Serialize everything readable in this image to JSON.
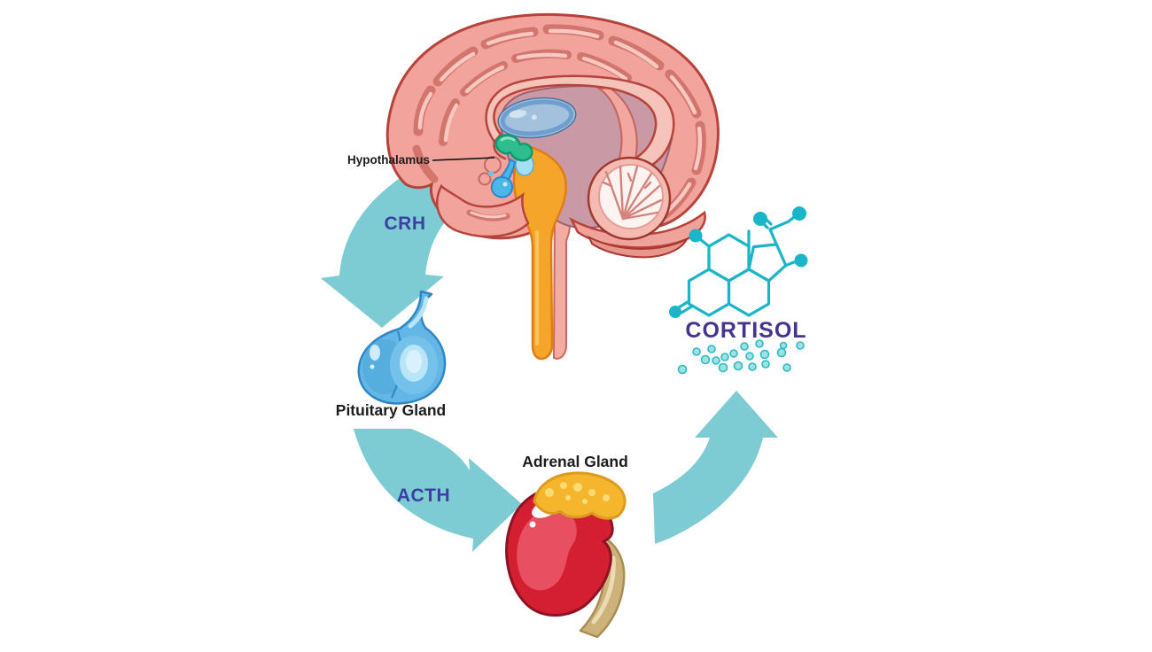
{
  "diagram_type": "HPA-axis cortisol pathway illustration",
  "labels": {
    "hypothalamus": "Hypothalamus",
    "crh": "CRH",
    "pituitary_gland": "Pituitary Gland",
    "acth": "ACTH",
    "adrenal_gland": "Adrenal Gland",
    "cortisol": "CORTISOL"
  },
  "colors": {
    "page_bg": "#ffffff",
    "arrow_teal": "#7dccd3",
    "hormone_label": "#3c3fa4",
    "cortisol_label": "#46348f",
    "molecule_cyan": "#1ab5c8",
    "label_dark": "#1c1c1c",
    "brain_cortex": "#f2a39c",
    "brain_outline": "#b5443c",
    "callosum_pink": "#f6c3ba",
    "inner_mauve": "#c999a6",
    "thalamus_blue": "#a3c1dc",
    "hypothalamus_green": "#2dbd8e",
    "pituitary_blue": "#62b7e6",
    "brainstem_orange": "#f6a52b",
    "kidney_red": "#d41f33",
    "adrenal_yellow": "#f5b52c",
    "ureter_tan": "#cdb27a"
  }
}
